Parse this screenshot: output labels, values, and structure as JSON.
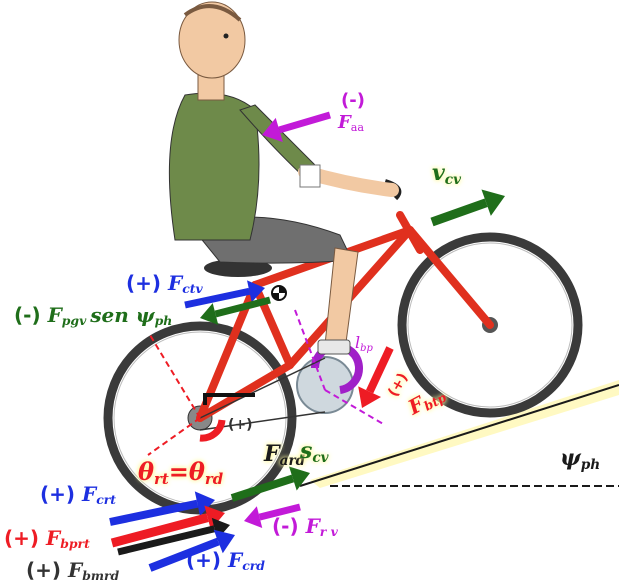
{
  "colors": {
    "red": "#ee1c24",
    "green": "#1f6e1a",
    "blue": "#1d2fe0",
    "magenta": "#c21ad8",
    "black": "#1a1a1a",
    "frame": "#e0301e",
    "shirt": "#6e8a4a",
    "shorts": "#6f6f6f",
    "skin": "#f2c9a3",
    "ramp": "#fff7a8"
  },
  "labels": {
    "f_aa": {
      "sign": "(-)",
      "symbol": "F",
      "sub": "aa"
    },
    "v_cv": {
      "symbol": "v",
      "sub": "cv"
    },
    "f_ctv": {
      "sign": "(+)",
      "symbol": "F",
      "sub": "ctv"
    },
    "f_pgv": {
      "sign": "(-)",
      "symbol": "F",
      "sub": "pgv",
      "tail": "sen ψ",
      "tail_sub": "ph"
    },
    "l_bp": {
      "symbol": "l",
      "sub": "bp"
    },
    "f_btp": {
      "sign": "(+)",
      "symbol": "F",
      "sub": "btp"
    },
    "f_ard": {
      "sign": "(+)",
      "symbol": "F",
      "sub": "ard"
    },
    "theta": {
      "symbol": "θ",
      "sub": "rt",
      "eq": "=θ",
      "eq_sub": "rd"
    },
    "s_cv": {
      "symbol": "s",
      "sub": "cv"
    },
    "psi_ph": {
      "symbol": "ψ",
      "sub": "ph"
    },
    "f_crt": {
      "sign": "(+)",
      "symbol": "F",
      "sub": "crt"
    },
    "f_rv": {
      "sign": "(-)",
      "symbol": "F",
      "sub": "r v"
    },
    "f_bprt": {
      "sign": "(+)",
      "symbol": "F",
      "sub": "bprt"
    },
    "f_crd": {
      "sign": "(+)",
      "symbol": "F",
      "sub": "crd"
    },
    "f_bmrd": {
      "sign": "(+)",
      "symbol": "F",
      "sub": "bmrd"
    }
  }
}
